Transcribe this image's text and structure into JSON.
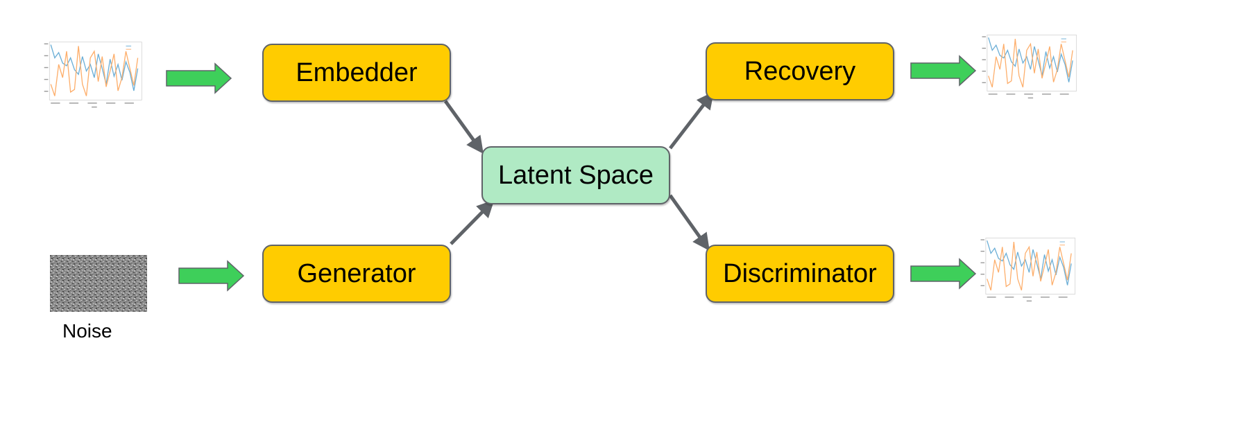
{
  "nodes": {
    "embedder": "Embedder",
    "generator": "Generator",
    "latent": "Latent Space",
    "recovery": "Recovery",
    "discriminator": "Discriminator"
  },
  "noise_label": "Noise",
  "colors": {
    "module_fill": "#ffcc00",
    "latent_fill": "#b0eac4",
    "input_arrow": "#3ecf5a",
    "connector": "#5f6368",
    "series_blue": "#6baed6",
    "series_orange": "#fdae6b"
  },
  "icons": [
    "timeseries-chart-thumbnail",
    "noise-image-thumbnail"
  ]
}
